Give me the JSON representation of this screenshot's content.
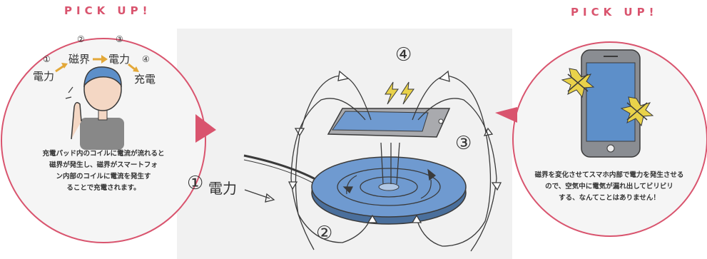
{
  "left_panel": {
    "pick_label": "PICK UP!",
    "flow": {
      "n1": "①",
      "n2": "②",
      "n3": "③",
      "n4": "④",
      "denryoku": "電力",
      "jikai": "磁界",
      "denryoku2": "電力",
      "juuden": "充電"
    },
    "caption": [
      "充電パッド内のコイルに電流が流れると",
      "磁界が発生し、磁界がスマートフォ",
      "ン内部のコイルに電流を発生す",
      "ることで充電されます。"
    ]
  },
  "right_panel": {
    "pick_label": "PICK UP!",
    "caption": [
      "磁界を変化させてスマホ内部で電力を発生させる",
      "ので、空気中に電気が漏れ出してビリビリ",
      "する、なんてことはありません！"
    ]
  },
  "center": {
    "step1": "①",
    "step1_label": "電力",
    "step2": "②",
    "step3": "③",
    "step4": "④"
  },
  "colors": {
    "accent_pink": "#d9546e",
    "pad_blue": "#5d8fc9",
    "line_dark": "#3a3a3a",
    "panel_gray": "#f2f2f2",
    "warn_yellow": "#e9d24a"
  }
}
